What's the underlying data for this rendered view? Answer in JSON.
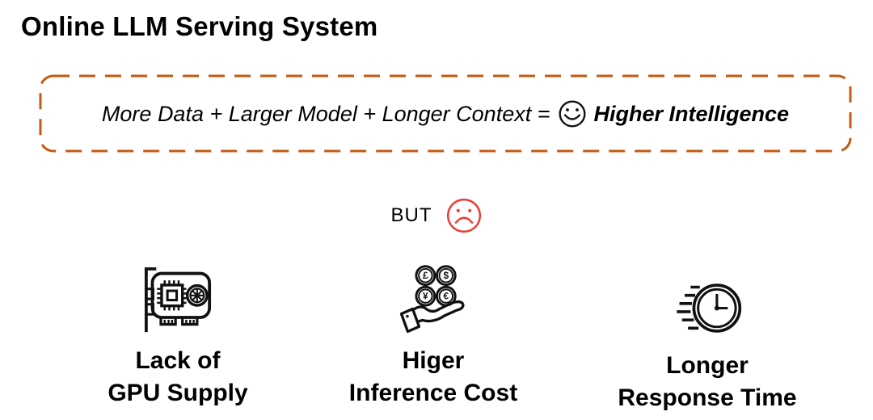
{
  "slide": {
    "title": "Online LLM Serving System",
    "background_color": "#ffffff"
  },
  "promise_banner": {
    "formula_prefix": "More Data + Larger Model + Longer Context =",
    "emphasis": "Higher Intelligence",
    "icon": "smiley-face-icon",
    "border_color": "#C55A11",
    "border_style": "dashed-rounded"
  },
  "but_section": {
    "label": "BUT",
    "icon": "sad-face-icon",
    "face_color": "#EF3B35"
  },
  "challenges": [
    {
      "icon": "gpu-card-icon",
      "label_line1": "Lack of",
      "label_line2": "GPU Supply"
    },
    {
      "icon": "money-in-hand-icon",
      "coin_symbols": [
        "£",
        "$",
        "¥",
        "€"
      ],
      "label_line1": "Higer",
      "label_line2": "Inference Cost"
    },
    {
      "icon": "fast-clock-icon",
      "label_line1": "Longer",
      "label_line2": "Response Time"
    }
  ]
}
